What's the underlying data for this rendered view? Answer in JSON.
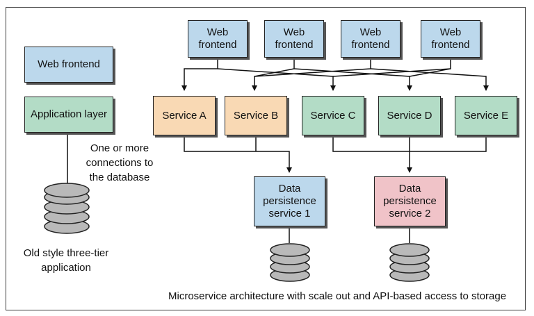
{
  "left": {
    "web_frontend": "Web frontend",
    "app_layer": "Application layer",
    "connections_note": "One or more\nconnections to\nthe database",
    "caption": "Old style three-tier\napplication"
  },
  "right": {
    "web_frontends": [
      "Web\nfrontend",
      "Web\nfrontend",
      "Web\nfrontend",
      "Web\nfrontend"
    ],
    "services": [
      "Service A",
      "Service B",
      "Service C",
      "Service D",
      "Service E"
    ],
    "persistence": [
      "Data\npersistence\nservice 1",
      "Data\npersistence\nservice 2"
    ],
    "caption": "Microservice architecture with scale out and API-based access to storage"
  },
  "colors": {
    "frontend": "#bcd8ec",
    "app_layer": "#b3dcc6",
    "service_orange": "#f9d9b4",
    "service_green": "#b3dcc6",
    "persistence_1": "#bcd8ec",
    "persistence_2": "#f0c3c8",
    "database": "#b9b9b9"
  }
}
